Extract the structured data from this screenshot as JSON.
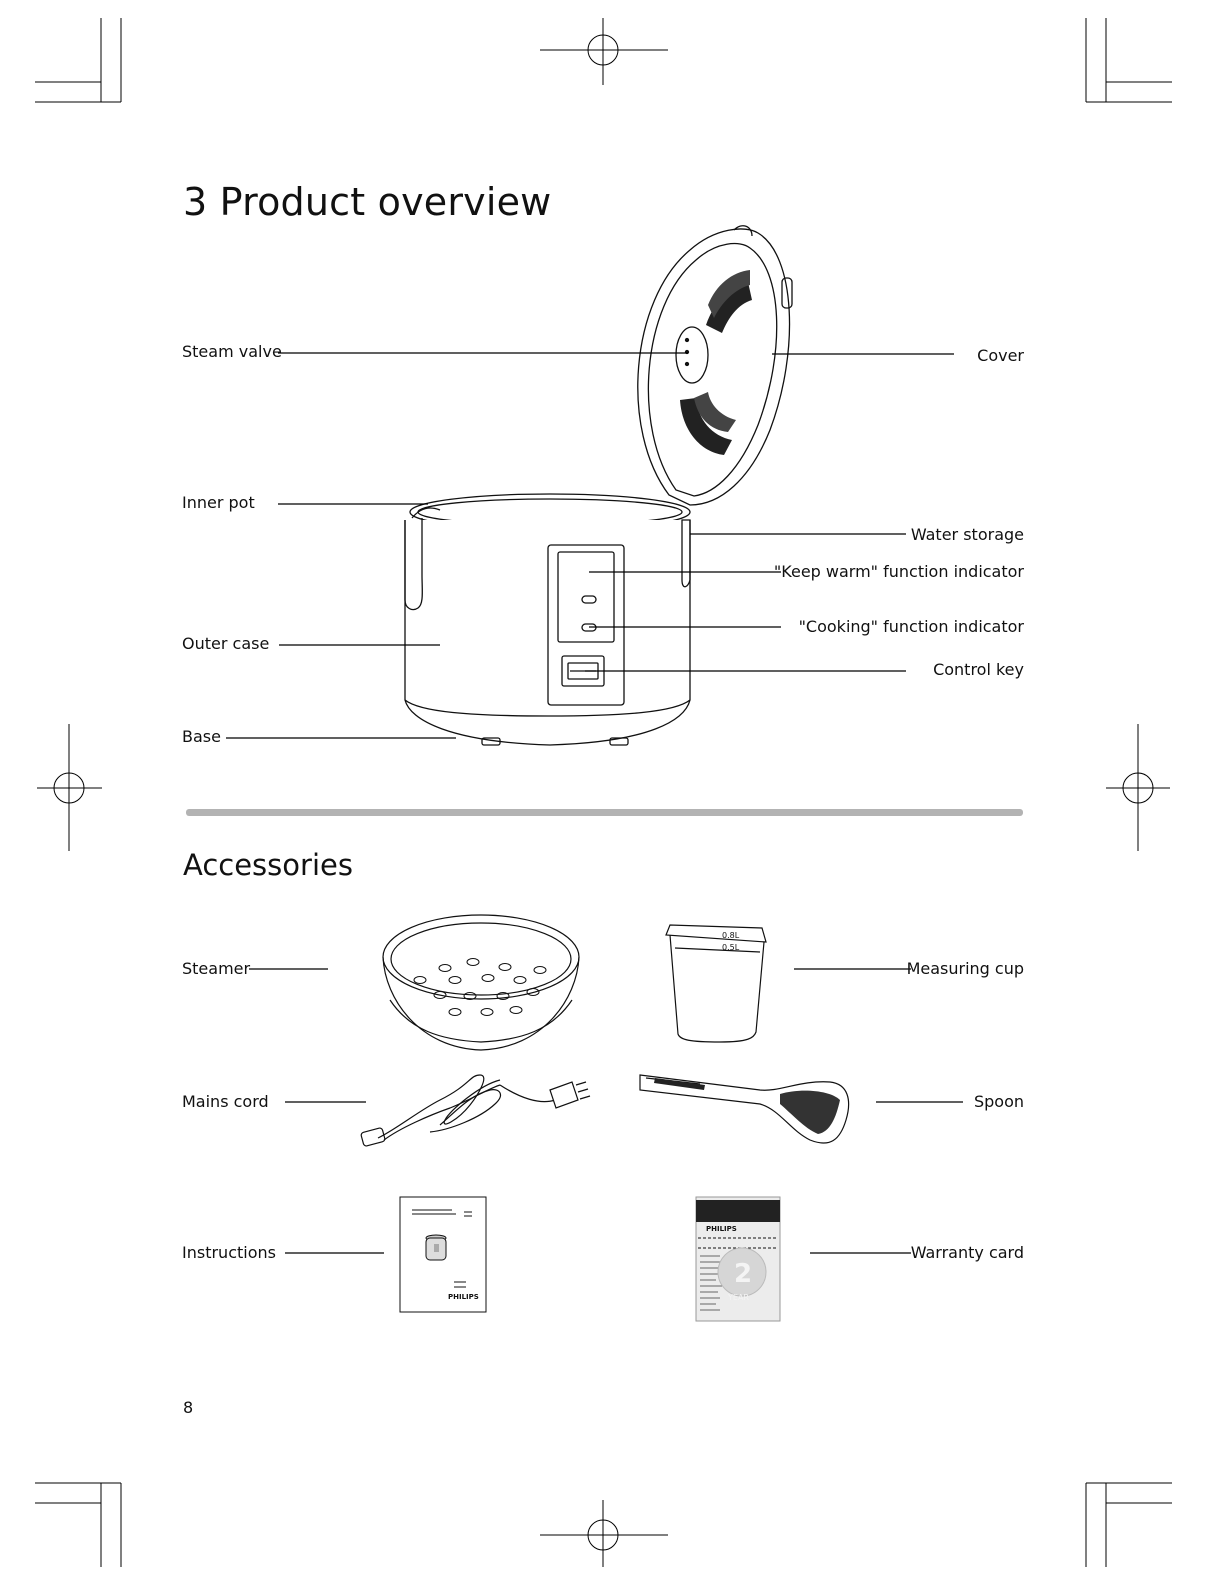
{
  "section_title": "3 Product overview",
  "accessories_title": "Accessories",
  "page_number": "8",
  "overview_labels": {
    "steam_valve": "Steam valve",
    "inner_pot": "Inner pot",
    "outer_case": "Outer case",
    "base": "Base",
    "cover": "Cover",
    "water_storage": "Water storage",
    "keep_warm": "\"Keep warm\" function indicator",
    "cooking": "\"Cooking\" function indicator",
    "control_key": "Control key"
  },
  "accessory_labels": {
    "steamer": "Steamer",
    "measuring_cup": "Measuring cup",
    "mains_cord": "Mains cord",
    "spoon": "Spoon",
    "instructions": "Instructions",
    "warranty_card": "Warranty card"
  },
  "illustration_text": {
    "cup_mark_upper": "0.8L",
    "cup_mark_lower": "0.5L",
    "booklet_brand": "PHILIPS",
    "warranty_brand": "PHILIPS",
    "warranty_years": "2",
    "warranty_word": "YEAR"
  }
}
